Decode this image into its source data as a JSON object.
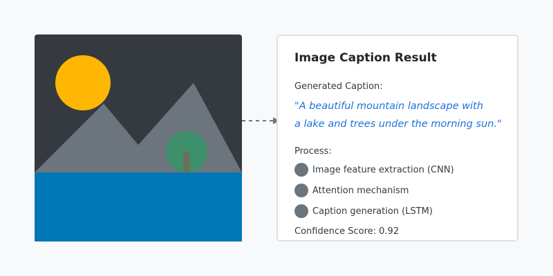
{
  "colors": {
    "page_background": "#f8f9fb",
    "image_sky": "#343a40",
    "sun": "#ffb703",
    "mountains": "#6c757d",
    "tree_foliage": "#3e8f6b",
    "tree_trunk": "#6b705c",
    "lake": "#0077b6",
    "arrow": "#6c757d",
    "card_border": "#dee2e6",
    "caption_text": "#1e73d9",
    "step_dot": "#6c757d"
  },
  "result": {
    "title": "Image Caption Result",
    "caption_label": "Generated Caption:",
    "caption_lines": [
      "\"A beautiful mountain landscape with",
      "a lake and trees under the morning sun.\""
    ],
    "process_label": "Process:",
    "steps": [
      {
        "label": "Image feature extraction (CNN)",
        "icon": "circle-dot-icon"
      },
      {
        "label": "Attention mechanism",
        "icon": "circle-dot-icon"
      },
      {
        "label": "Caption generation (LSTM)",
        "icon": "circle-dot-icon"
      }
    ],
    "confidence_text": "Confidence Score: 0.92"
  },
  "arrow": {
    "style": "dashed",
    "icon": "arrow-right-icon"
  }
}
